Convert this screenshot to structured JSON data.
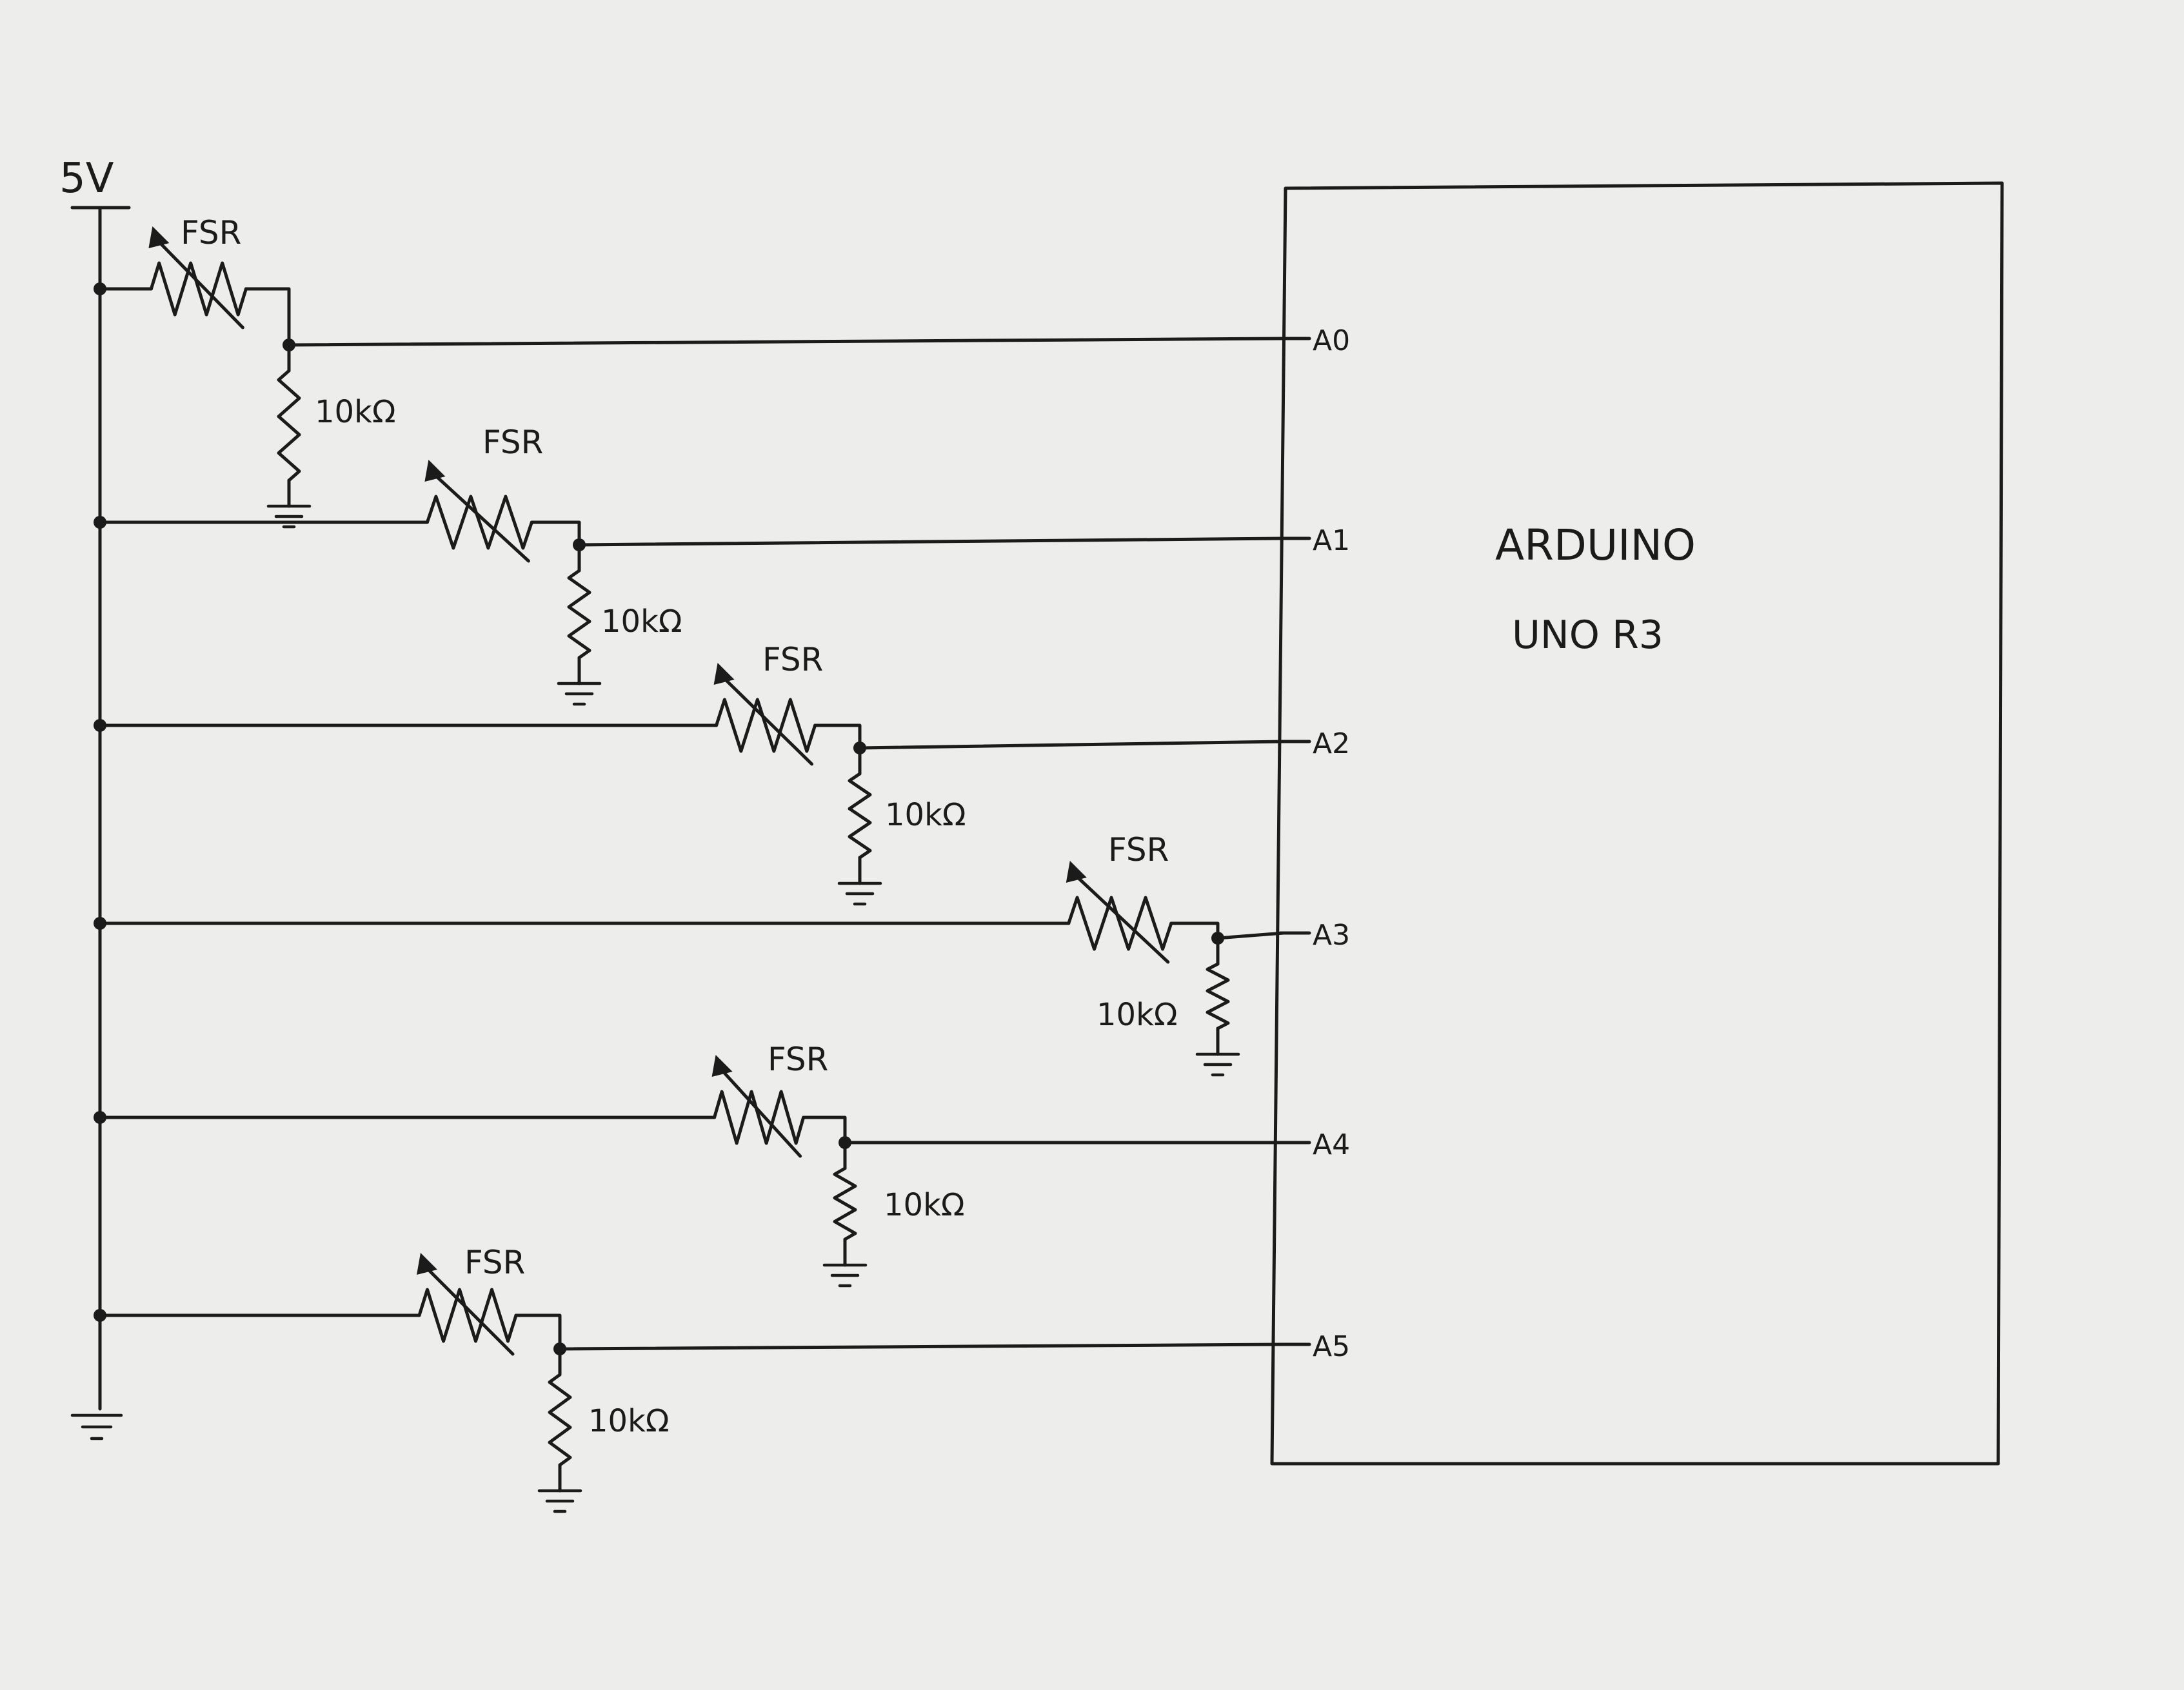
{
  "supply": {
    "label": "5V"
  },
  "board": {
    "line1": "ARDUINO",
    "line2": "UNO R3"
  },
  "branches": [
    {
      "sensor_label": "FSR",
      "resistor_label": "10kΩ",
      "pin": "A0"
    },
    {
      "sensor_label": "FSR",
      "resistor_label": "10kΩ",
      "pin": "A1"
    },
    {
      "sensor_label": "FSR",
      "resistor_label": "10kΩ",
      "pin": "A2"
    },
    {
      "sensor_label": "FSR",
      "resistor_label": "10kΩ",
      "pin": "A3"
    },
    {
      "sensor_label": "FSR",
      "resistor_label": "10kΩ",
      "pin": "A4"
    },
    {
      "sensor_label": "FSR",
      "resistor_label": "10kΩ",
      "pin": "A5"
    }
  ]
}
